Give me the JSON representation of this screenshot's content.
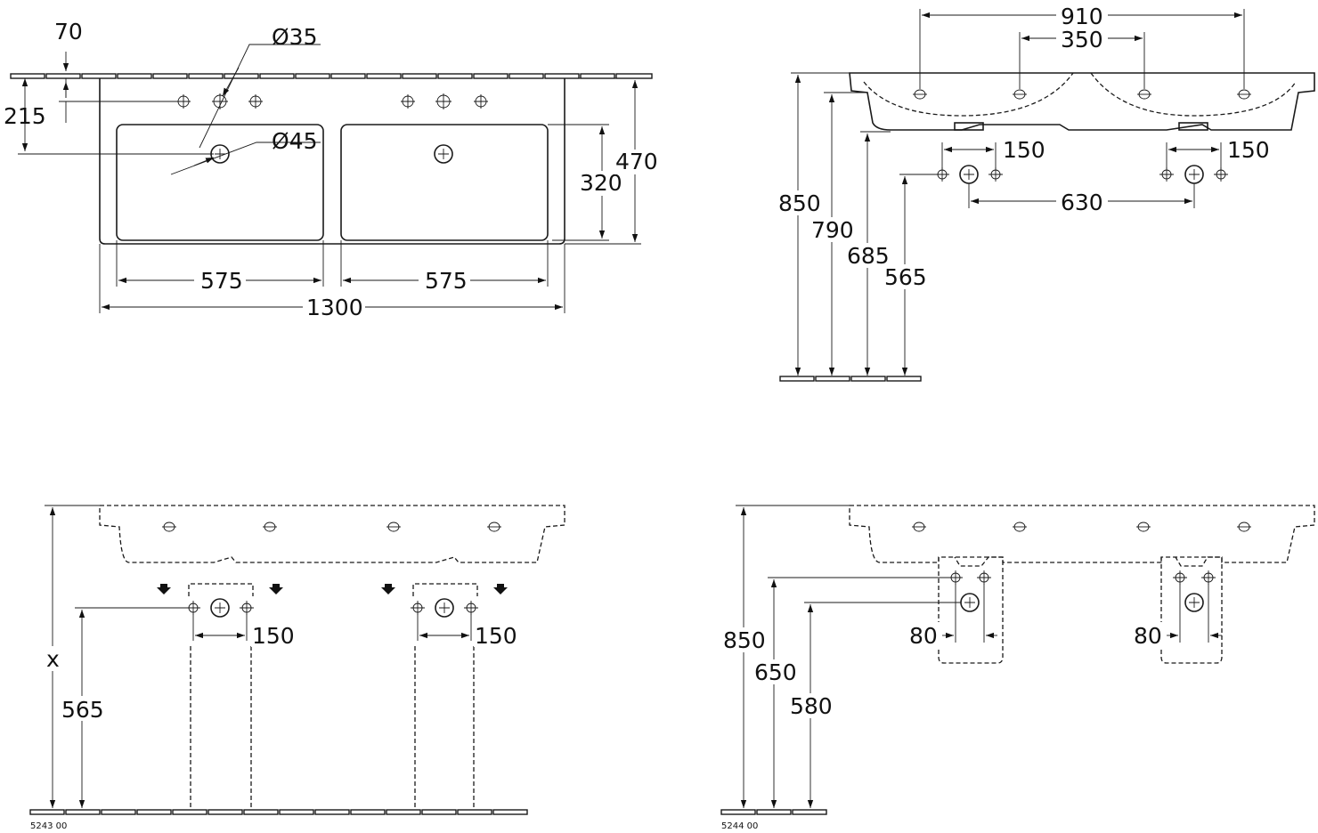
{
  "top_view": {
    "dim_70": "70",
    "dim_35": "Ø35",
    "dim_215": "215",
    "dim_45": "Ø45",
    "dim_320": "320",
    "dim_470": "470",
    "dim_575_left": "575",
    "dim_575_right": "575",
    "dim_1300": "1300"
  },
  "side_view": {
    "dim_910": "910",
    "dim_350": "350",
    "dim_150_left": "150",
    "dim_150_right": "150",
    "dim_630": "630",
    "dim_850": "850",
    "dim_790": "790",
    "dim_685": "685",
    "dim_565": "565"
  },
  "front_left": {
    "dim_x": "x",
    "dim_565": "565",
    "dim_150_left": "150",
    "dim_150_right": "150",
    "drawing_code": "5243 00"
  },
  "front_right": {
    "dim_850": "850",
    "dim_650": "650",
    "dim_580": "580",
    "dim_80_left": "80",
    "dim_80_right": "80",
    "drawing_code": "5244 00"
  }
}
